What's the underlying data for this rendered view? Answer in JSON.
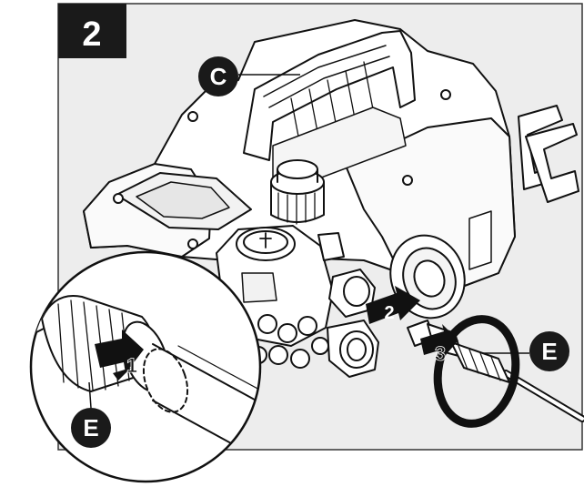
{
  "step_number": "2",
  "callouts": {
    "c": "C",
    "e_right": "E",
    "e_left": "E"
  },
  "arrows": {
    "a1": "1",
    "a2": "2",
    "a3": "3"
  },
  "colors": {
    "line": "#111111",
    "panel_bg": "#ededed",
    "step_bg": "#1a1a1a",
    "badge_bg": "#1a1a1a",
    "badge_text": "#ffffff"
  }
}
